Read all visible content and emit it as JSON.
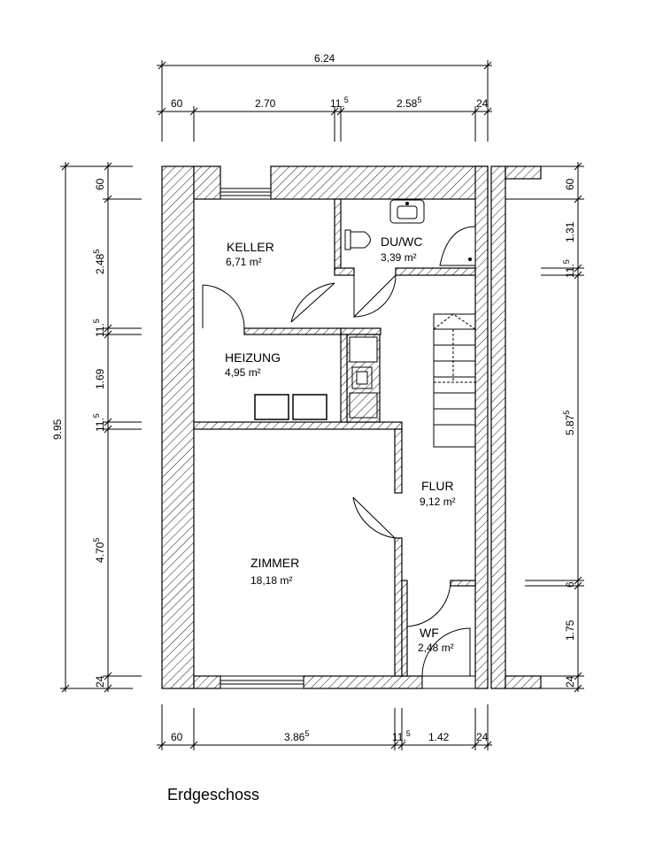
{
  "rooms": {
    "keller": {
      "name": "KELLER",
      "area": "6,71 m²"
    },
    "duwc": {
      "name": "DU/WC",
      "area": "3,39 m²"
    },
    "heizung": {
      "name": "HEIZUNG",
      "area": "4,95 m²"
    },
    "flur": {
      "name": "FLUR",
      "area": "9,12 m²"
    },
    "zimmer": {
      "name": "ZIMMER",
      "area": "18,18 m²"
    },
    "wf": {
      "name": "WF",
      "area": "2,48 m²"
    }
  },
  "dims": {
    "top_total": "6.24",
    "top_a": "60",
    "top_b": "2.70",
    "top_c": "11.",
    "top_c_sup": "5",
    "top_d": "2.58",
    "top_d_sup": "5",
    "top_e": "24",
    "bot_a": "60",
    "bot_b": "3.86",
    "bot_b_sup": "5",
    "bot_c": "11.",
    "bot_c_sup": "5",
    "bot_d": "1.42",
    "bot_e": "24",
    "left_total": "9.95",
    "left_a": "60",
    "left_b": "2.48",
    "left_b_sup": "5",
    "left_c": "11.",
    "left_c_sup": "5",
    "left_d": "1.69",
    "left_e": "11.",
    "left_e_sup": "5",
    "left_f": "4.70",
    "left_f_sup": "5",
    "left_g": "24",
    "right_a": "60",
    "right_b": "1.31",
    "right_c": "11.",
    "right_c_sup": "5",
    "right_d": "5.87",
    "right_d_sup": "5",
    "right_e": "6",
    "right_f": "1.75",
    "right_g": "24"
  },
  "caption": "Erdgeschoss"
}
